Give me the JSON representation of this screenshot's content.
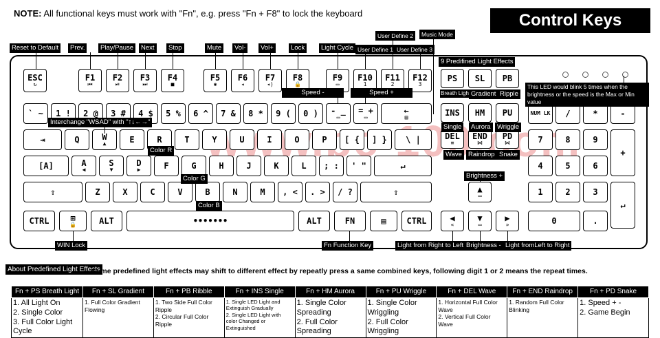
{
  "note": {
    "prefix": "NOTE:",
    "text": " All functional keys must work with \"Fn\", e.g. press \"Fn + F8\" to lock the keyboard"
  },
  "title": "Control Keys",
  "watermark": "www.pc-100.com",
  "labels": {
    "reset": "Reset to Default",
    "prev": "Prev.",
    "playpause": "Play/Pause",
    "next": "Next",
    "stop": "Stop",
    "mute": "Mute",
    "voldown": "Vol-",
    "volup": "Vol+",
    "lock": "Lock",
    "lightcycle": "Light Cycle",
    "ud1": "User Define 1",
    "ud2": "User Define 2",
    "ud3": "User Define 3",
    "musicmode": "Music Mode",
    "predef": "9 Predifined Light Effects",
    "speeddown": "Speed -",
    "speedup": "Speed +",
    "wsad": "Interchange \"WSAD\" with \"↑↓←→\"",
    "colorr": "Color R",
    "colorg": "Color G",
    "colorb": "Color B",
    "winlock": "WIN Lock",
    "fnfunc": "Fn Function Key",
    "rtl": "Light from Right to Left",
    "brightdown": "Brightness -",
    "brightup": "Brightness +",
    "ltr": "Light fromLeft to Right",
    "ledblink": "This LED would blink 5 times when the brightness or the speed is the Max or Min value",
    "breathlight": "Breath Light",
    "gradient": "Gradient",
    "ripple": "Ripple",
    "single": "Single",
    "aurora": "Aurora",
    "wriggle": "Wriggle",
    "wave": "Wave",
    "raindrop": "Raindrop",
    "snake": "Snake"
  },
  "keys": {
    "esc": "ESC",
    "f1": "F1",
    "f2": "F2",
    "f3": "F3",
    "f4": "F4",
    "f5": "F5",
    "f6": "F6",
    "f7": "F7",
    "f8": "F8",
    "f9": "F9",
    "f10": "F10",
    "f11": "F11",
    "f12": "F12",
    "ps": "PS",
    "sl": "SL",
    "pb": "PB",
    "tilde": "` ~",
    "n1": "1 !",
    "n2": "2 @",
    "n3": "3 #",
    "n4": "4 $",
    "n5": "5 %",
    "n6": "6 ^",
    "n7": "7 &",
    "n8": "8 *",
    "n9": "9 (",
    "n0": "0 )",
    "minus": "- _",
    "equal": "= +",
    "bksp": "←",
    "ins": "INS",
    "hm": "HM",
    "pu": "PU",
    "numlk": "NUM LK",
    "slash": "/",
    "star": "*",
    "nminus": "-",
    "tab": "⇥",
    "q": "Q",
    "w": "W",
    "e": "E",
    "r": "R",
    "t": "T",
    "y": "Y",
    "u": "U",
    "i": "I",
    "o": "O",
    "p": "P",
    "lbr": "[ {",
    "rbr": "] }",
    "bsl": "\\ |",
    "del": "DEL",
    "end": "END",
    "pd": "PD",
    "n7k": "7",
    "n8k": "8",
    "n9k": "9",
    "plus": "+",
    "caps": "[A]",
    "a": "A",
    "s": "S",
    "d": "D",
    "f": "F",
    "g": "G",
    "h": "H",
    "j": "J",
    "k": "K",
    "l": "L",
    "semi": "; :",
    "quote": "' \"",
    "enter": "↵",
    "n4k": "4",
    "n5k": "5",
    "n6k": "6",
    "lshift": "⇧",
    "z": "Z",
    "x": "X",
    "c": "C",
    "v": "V",
    "b": "B",
    "n": "N",
    "m": "M",
    "comma": ", <",
    "dot": ". >",
    "qmark": "/ ?",
    "rshift": "⇧",
    "up": "▲",
    "n1k": "1",
    "n2k": "2",
    "n3k": "3",
    "nenter": "↵",
    "lctrl": "CTRL",
    "win": "⊞",
    "lalt": "ALT",
    "space": "•••••••",
    "ralt": "ALT",
    "fn": "FN",
    "menu": "▤",
    "rctrl": "CTRL",
    "left": "◀",
    "down": "▼",
    "right": "▶",
    "n0k": "0",
    "ndot": "."
  },
  "about": {
    "label": "About Predefined Light Effects",
    "text": "Some predefined light effects may shift to different effect by repeatly press a same combined keys, following digit 1 or 2  means the repeat times."
  },
  "effects": [
    {
      "head": "Fn + PS  Breath Light",
      "lines": [
        "1. All Light On",
        "2. Single Color",
        "3. Full Color Light Cycle"
      ]
    },
    {
      "head": "Fn + SL   Gradient",
      "lines": [
        "1. Full Color Gradient Flowing"
      ]
    },
    {
      "head": "Fn + PB   Ribble",
      "lines": [
        "1. Two Side Full Color Ripple",
        "2. Circular Full Color Ripple"
      ]
    },
    {
      "head": "Fn + INS  Single",
      "lines": [
        "1. Single LED Light and Extinguish Gradually",
        "2. Single LED Light with color Changed or  Extinguished"
      ]
    },
    {
      "head": "Fn + HM   Aurora",
      "lines": [
        "1. Single  Color Spreading",
        "2. Full  Color Spreading"
      ]
    },
    {
      "head": "Fn + PU   Wriggle",
      "lines": [
        "1. Single  Color Wriggling",
        "2. Full  Color Wriggling"
      ]
    },
    {
      "head": "Fn + DEL   Wave",
      "lines": [
        "1. Horizontal Full Color Wave",
        "2. Vertical Full  Color Wave"
      ]
    },
    {
      "head": "Fn + END   Raindrop",
      "lines": [
        "1. Random Full Color Blinking"
      ]
    },
    {
      "head": "Fn + PD   Snake",
      "lines": [
        "1. Speed + -",
        "2. Game Begin"
      ]
    }
  ]
}
